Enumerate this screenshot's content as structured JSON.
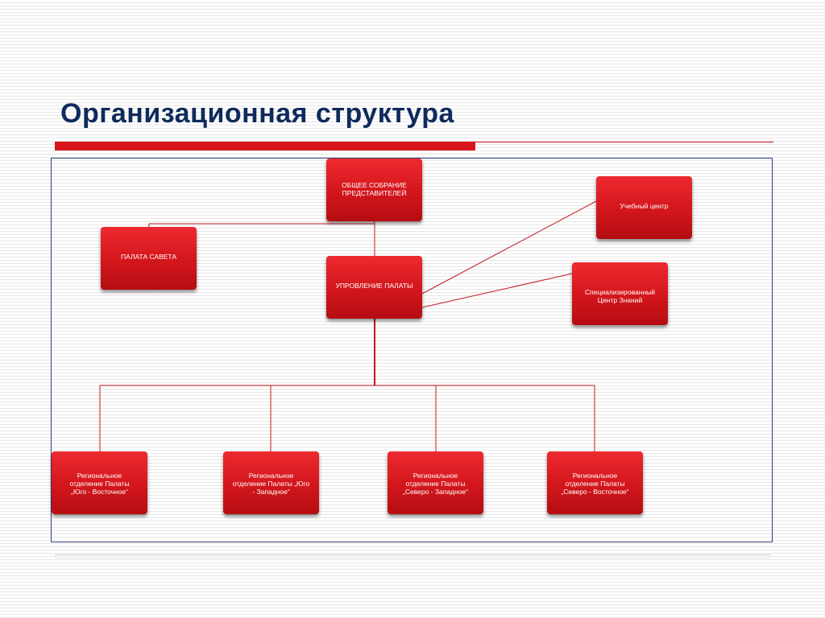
{
  "title": "Организационная структура",
  "colors": {
    "title": "#0f2a5c",
    "accent": "#d9161b",
    "node_top": "#ee2a30",
    "node_bottom": "#b50d12",
    "frame_border": "#2f3f7a"
  },
  "nodes": {
    "general_assembly": "ОБЩЕЕ СОБРАНИЕ\nПРЕДСТАВИТЕЛЕЙ",
    "council_chamber": "ПАЛАТА САВЕТА",
    "chamber_management": "УПРОВЛЕНИЕ ПАЛАТЫ",
    "training_center": "Учебный центр",
    "knowledge_center": "Специализированный\nЦентр Знаний",
    "regional_south_east": "Региональное\nотделение Палаты\n„Юго - Восточное“",
    "regional_south_west": "Региональное\nотделение Палаты „Юго\n- Западное“",
    "regional_north_west": "Региональное\nотделение Палаты\n„Северо - Западное“",
    "regional_north_east": "Региональное\nотделение Палаты\n„Северо - Восточное“"
  }
}
